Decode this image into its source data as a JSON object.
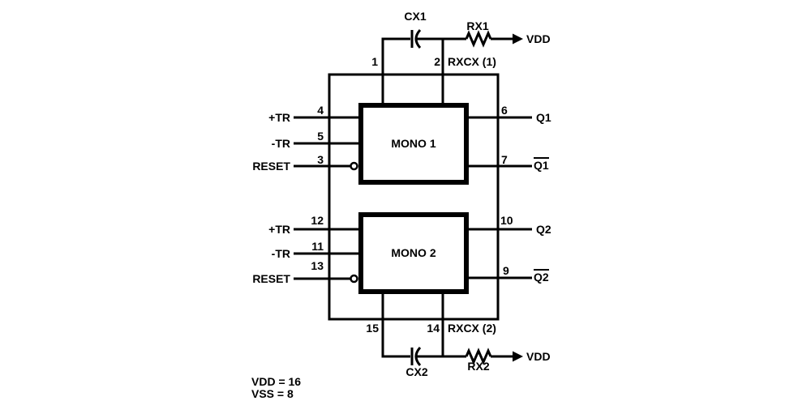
{
  "diagram": {
    "kind": "dual-monostable-logic-diagram",
    "notes": {
      "vdd": "VDD = 16",
      "vss": "VSS = 8"
    },
    "mono1": {
      "name": "MONO 1",
      "inputs": {
        "plus_tr": {
          "label": "+TR",
          "pin": "4"
        },
        "minus_tr": {
          "label": "-TR",
          "pin": "5"
        },
        "reset": {
          "label": "RESET",
          "pin": "3"
        }
      },
      "outputs": {
        "q": {
          "label": "Q1",
          "pin": "6"
        },
        "q_bar": {
          "label": "Q1",
          "pin": "7"
        }
      },
      "timing": {
        "cap_label": "CX1",
        "res_label": "RX1",
        "rail_label": "VDD",
        "cap_pin": "1",
        "node_pin": "2",
        "node_label": "RXCX (1)"
      }
    },
    "mono2": {
      "name": "MONO 2",
      "inputs": {
        "plus_tr": {
          "label": "+TR",
          "pin": "12"
        },
        "minus_tr": {
          "label": "-TR",
          "pin": "11"
        },
        "reset": {
          "label": "RESET",
          "pin": "13"
        }
      },
      "outputs": {
        "q": {
          "label": "Q2",
          "pin": "10"
        },
        "q_bar": {
          "label": "Q2",
          "pin": "9"
        }
      },
      "timing": {
        "cap_label": "CX2",
        "res_label": "RX2",
        "rail_label": "VDD",
        "cap_pin": "15",
        "node_pin": "14",
        "node_label": "RXCX (2)"
      }
    },
    "colors": {
      "ink": "#000000",
      "background": "#ffffff"
    }
  }
}
